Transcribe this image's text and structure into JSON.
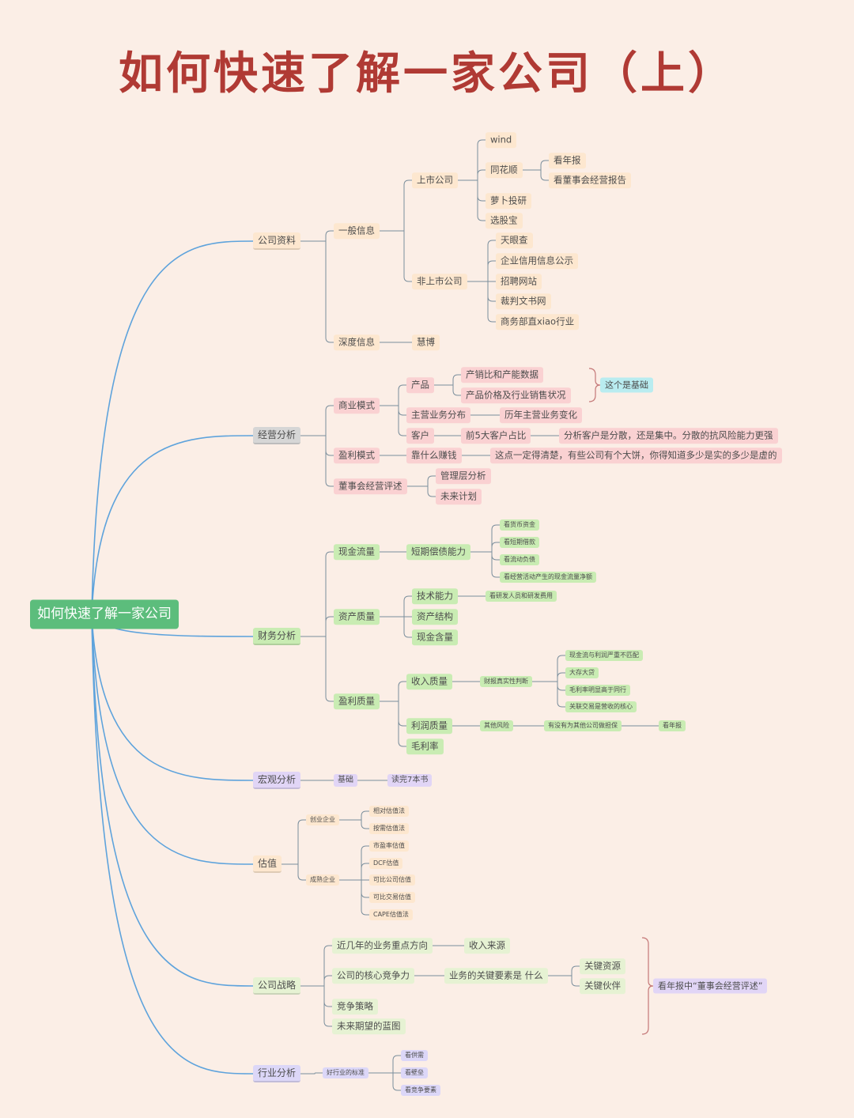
{
  "title": "如何快速了解一家公司（上）",
  "colors": {
    "background": "#fbeee6",
    "title": "#b03a34",
    "root_bg": "#5cbd7c",
    "edge_main": "#5ea3dc",
    "edge_inner": "#7a8e9c",
    "brace": "#c47777",
    "company_info": "#fde7cf",
    "business": "#fad1d2",
    "business_l1": "#d6d6d6",
    "finance": "#c9ecb3",
    "macro": "#e1d5f6",
    "valuation": "#fde7cf",
    "strategy": "#e6f2d3",
    "industry": "#dcd7f8",
    "note": "#b9ecf0"
  },
  "mindmap": {
    "root": "如何快速了解一家公司",
    "branches": [
      {
        "label": "公司资料",
        "children": [
          {
            "label": "一般信息",
            "children": [
              {
                "label": "上市公司",
                "children": [
                  {
                    "label": "wind"
                  },
                  {
                    "label": "同花顺",
                    "children": [
                      {
                        "label": "看年报"
                      },
                      {
                        "label": "看董事会经营报告"
                      }
                    ]
                  },
                  {
                    "label": "萝卜投研"
                  },
                  {
                    "label": "选股宝"
                  }
                ]
              },
              {
                "label": "非上市公司",
                "children": [
                  {
                    "label": "天眼查"
                  },
                  {
                    "label": "企业信用信息公示"
                  },
                  {
                    "label": "招聘网站"
                  },
                  {
                    "label": "裁判文书网"
                  },
                  {
                    "label": "商务部直xiao行业"
                  }
                ]
              }
            ]
          },
          {
            "label": "深度信息",
            "children": [
              {
                "label": "慧博"
              }
            ]
          }
        ]
      },
      {
        "label": "经营分析",
        "children": [
          {
            "label": "商业模式",
            "children": [
              {
                "label": "产品",
                "children": [
                  {
                    "label": "产销比和产能数据"
                  },
                  {
                    "label": "产品价格及行业销售状况"
                  }
                ]
              },
              {
                "label": "主营业务分布",
                "children": [
                  {
                    "label": "历年主营业务变化"
                  }
                ]
              },
              {
                "label": "客户",
                "children": [
                  {
                    "label": "前5大客户占比",
                    "children": [
                      {
                        "label": "分析客户是分散，还是集中。分散的抗风险能力更强"
                      }
                    ]
                  }
                ]
              }
            ]
          },
          {
            "label": "盈利模式",
            "children": [
              {
                "label": "靠什么赚钱",
                "children": [
                  {
                    "label": "这点一定得清楚，有些公司有个大饼，你得知道多少是实的多少是虚的"
                  }
                ]
              }
            ]
          },
          {
            "label": "董事会经营评述",
            "children": [
              {
                "label": "管理层分析"
              },
              {
                "label": "未来计划"
              }
            ]
          }
        ],
        "note": "这个是基础"
      },
      {
        "label": "财务分析",
        "children": [
          {
            "label": "现金流量",
            "children": [
              {
                "label": "短期偿债能力",
                "children": [
                  {
                    "label": "看货币资金"
                  },
                  {
                    "label": "看短期借款"
                  },
                  {
                    "label": "看流动负债"
                  },
                  {
                    "label": "看经营活动产生的现金流量净额"
                  }
                ]
              }
            ]
          },
          {
            "label": "资产质量",
            "children": [
              {
                "label": "技术能力",
                "children": [
                  {
                    "label": "看研发人员和研发费用"
                  }
                ]
              },
              {
                "label": "资产结构"
              },
              {
                "label": "现金含量"
              }
            ]
          },
          {
            "label": "盈利质量",
            "children": [
              {
                "label": "收入质量",
                "children": [
                  {
                    "label": "财报真实性判断",
                    "children": [
                      {
                        "label": "现金流与利润严重不匹配"
                      },
                      {
                        "label": "大存大贷"
                      },
                      {
                        "label": "毛利率明显高于同行"
                      },
                      {
                        "label": "关联交易是营收的核心"
                      }
                    ]
                  }
                ]
              },
              {
                "label": "利润质量",
                "children": [
                  {
                    "label": "其他风险",
                    "children": [
                      {
                        "label": "有没有为其他公司做担保",
                        "children": [
                          {
                            "label": "看年报"
                          }
                        ]
                      }
                    ]
                  }
                ]
              },
              {
                "label": "毛利率"
              }
            ]
          }
        ]
      },
      {
        "label": "宏观分析",
        "children": [
          {
            "label": "基础",
            "children": [
              {
                "label": "读完7本书"
              }
            ]
          }
        ]
      },
      {
        "label": "估值",
        "children": [
          {
            "label": "创业企业",
            "children": [
              {
                "label": "相对估值法"
              },
              {
                "label": "按需估值法"
              }
            ]
          },
          {
            "label": "成熟企业",
            "children": [
              {
                "label": "市盈率估值"
              },
              {
                "label": "DCF估值"
              },
              {
                "label": "可比公司估值"
              },
              {
                "label": "可比交易估值"
              },
              {
                "label": "CAPE估值法"
              }
            ]
          }
        ]
      },
      {
        "label": "公司战略",
        "children": [
          {
            "label": "近几年的业务重点方向",
            "children": [
              {
                "label": "收入来源"
              }
            ]
          },
          {
            "label": "公司的核心竞争力",
            "children": [
              {
                "label": "业务的关键要素是 什么",
                "children": [
                  {
                    "label": "关键资源"
                  },
                  {
                    "label": "关键伙伴"
                  }
                ]
              }
            ]
          },
          {
            "label": "竞争策略"
          },
          {
            "label": "未来期望的蓝图"
          }
        ],
        "note": "看年报中“董事会经营评述”"
      },
      {
        "label": "行业分析",
        "children": [
          {
            "label": "好行业的标准",
            "children": [
              {
                "label": "看供需"
              },
              {
                "label": "看壁垒"
              },
              {
                "label": "看竞争要素"
              }
            ]
          }
        ]
      }
    ]
  }
}
